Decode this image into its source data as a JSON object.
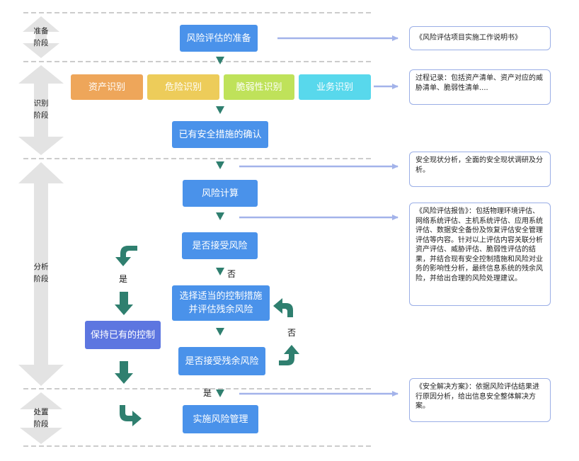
{
  "stages": {
    "prepare": [
      "准备",
      "阶段"
    ],
    "identify": [
      "识别",
      "阶段"
    ],
    "analyze": [
      "分析",
      "阶段"
    ],
    "handle": [
      "处置",
      "阶段"
    ]
  },
  "nodes": {
    "prepare": "风险评估的准备",
    "asset": "资产识别",
    "threat": "危险识别",
    "vuln": "脆弱性识别",
    "business": "业务识别",
    "confirm": "已有安全措施的确认",
    "calc": "风险计算",
    "accept": "是否接受风险",
    "select": [
      "选择适当的控制措施",
      "并评估残余风险"
    ],
    "keep": "保持已有的控制",
    "residual": "是否接受残余风险",
    "implement": "实施风险管理"
  },
  "labels": {
    "yes_left": "是",
    "no_center": "否",
    "no_right": "否",
    "yes_bottom": "是"
  },
  "notes": {
    "n1": "《风险评估项目实施工作说明书》",
    "n2": "过程记录：包括资产清单、资产对应的威胁清单、脆弱性清单....",
    "n3": "安全现状分析，全面的安全现状调研及分析。",
    "n4": "《风险评估报告》：包括物理环境评估、网络系统评估、主机系统评估、应用系统评估、数据安全备份及恢复评估安全管理评估等内容。针对以上评估内容关联分析资产评估、威胁评估、脆弱性评估的结果，并结合现有安全控制措施和风险对业务的影响性分析，最终信息系统的残余风险，并给出合理的风险处理建议。",
    "n5": "《安全解决方案》：依据风险评估结果进行原因分析，给出信息安全整体解决方案。"
  },
  "colors": {
    "node_blue": "#4a92ea",
    "node_purple": "#5d76e0",
    "asset": "#eea65a",
    "threat": "#edcc5a",
    "vuln": "#bfe25a",
    "business": "#58d8ec",
    "arrow_green": "#2f7f6f",
    "connector": "#a3b3ea"
  }
}
